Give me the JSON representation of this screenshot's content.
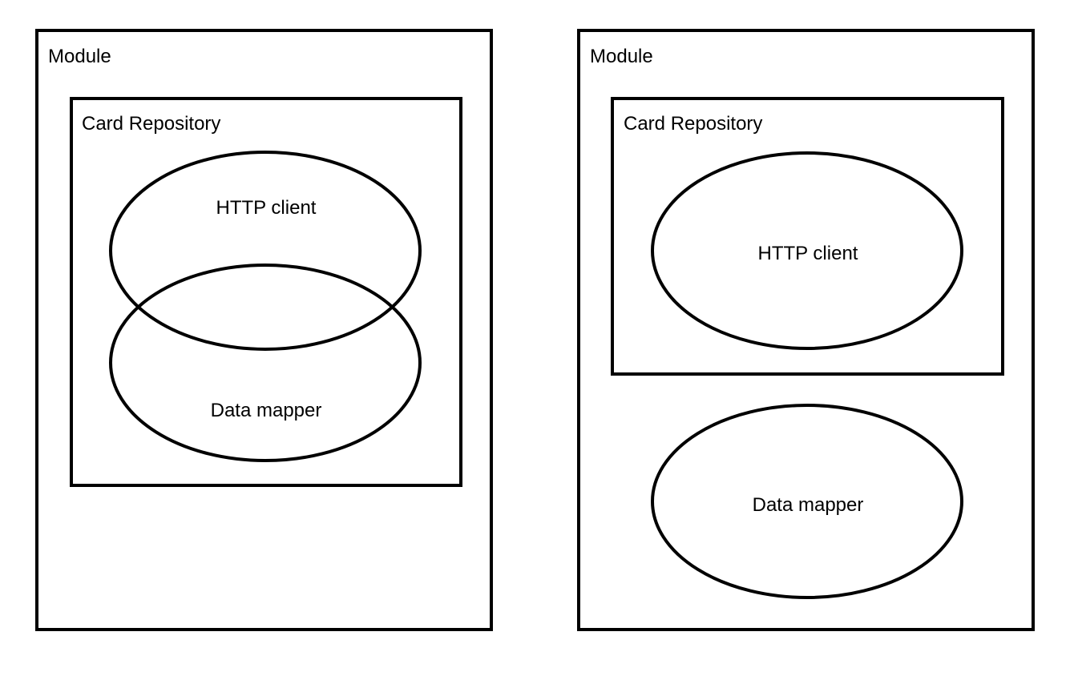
{
  "left_diagram": {
    "module_label": "Module",
    "repository_label": "Card Repository",
    "http_client_label": "HTTP client",
    "data_mapper_label": "Data mapper"
  },
  "right_diagram": {
    "module_label": "Module",
    "repository_label": "Card Repository",
    "http_client_label": "HTTP client",
    "data_mapper_label": "Data mapper"
  },
  "colors": {
    "stroke": "#000000",
    "background": "#ffffff"
  }
}
